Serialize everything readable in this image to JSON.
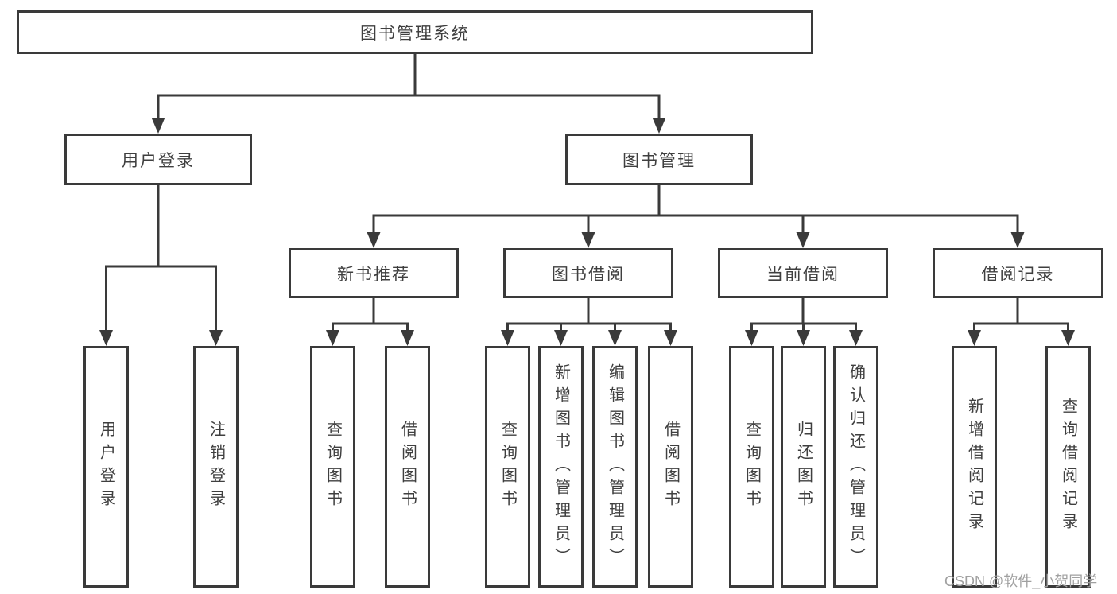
{
  "colors": {
    "line": "#3a3a3a",
    "text": "#3f3f3f",
    "watermark": "#a0a0a0"
  },
  "diagram": {
    "root": "图书管理系统",
    "level2": {
      "user_login": "用户登录",
      "book_management": "图书管理"
    },
    "level3": [
      "新书推荐",
      "图书借阅",
      "当前借阅",
      "借阅记录"
    ],
    "user_login_children": [
      "用户登录",
      "注销登录"
    ],
    "new_book_children": [
      "查询图书",
      "借阅图书"
    ],
    "book_borrow_children": [
      "查询图书",
      "新增图书（管理员）",
      "编辑图书（管理员）",
      "借阅图书"
    ],
    "current_borrow_children": [
      "查询图书",
      "归还图书",
      "确认归还（管理员）"
    ],
    "records_children": [
      "新增借阅记录",
      "查询借阅记录"
    ]
  },
  "watermark": "CSDN @软件_小贺同学"
}
